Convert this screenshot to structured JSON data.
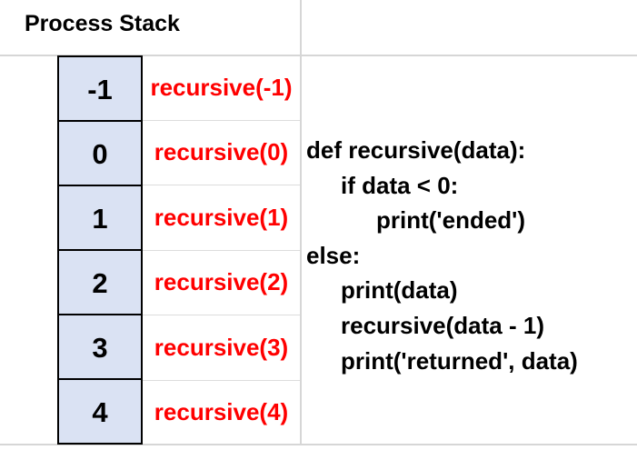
{
  "title": "Process Stack",
  "stack": {
    "rows": [
      {
        "value": "-1",
        "call": "recursive(-1)"
      },
      {
        "value": "0",
        "call": "recursive(0)"
      },
      {
        "value": "1",
        "call": "recursive(1)"
      },
      {
        "value": "2",
        "call": "recursive(2)"
      },
      {
        "value": "3",
        "call": "recursive(3)"
      },
      {
        "value": "4",
        "call": "recursive(4)"
      }
    ]
  },
  "code": {
    "lines": [
      {
        "indent": 0,
        "text": "def recursive(data):"
      },
      {
        "indent": 1,
        "text": "if data < 0:"
      },
      {
        "indent": 2,
        "text": "print('ended')"
      },
      {
        "indent": 0,
        "text": "else:"
      },
      {
        "indent": 1,
        "text": "print(data)"
      },
      {
        "indent": 1,
        "text": "recursive(data - 1)"
      },
      {
        "indent": 1,
        "text": "print('returned', data)"
      }
    ]
  },
  "colors": {
    "cell_fill": "#dae2f3",
    "cell_border": "#000000",
    "call_text": "#ff0000",
    "code_text": "#000000",
    "grid_line": "#d6d6d6"
  }
}
